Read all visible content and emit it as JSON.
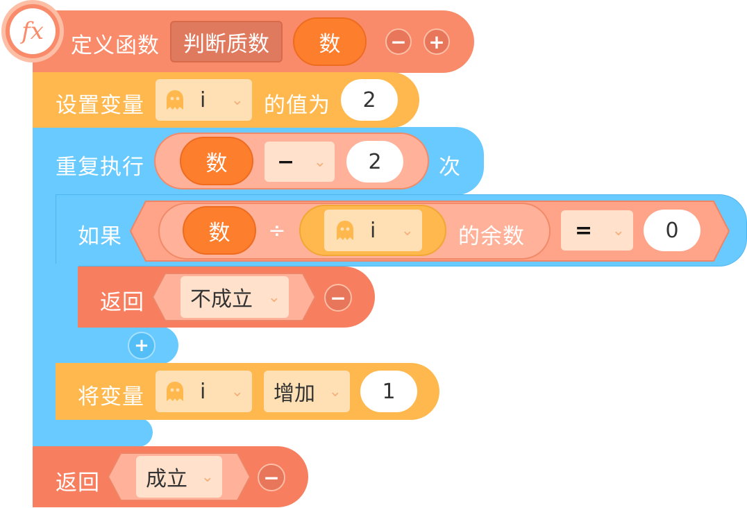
{
  "define": {
    "icon_text": "fx",
    "label": "定义函数",
    "name": "判断质数",
    "param": "数",
    "minus": "−",
    "plus": "+"
  },
  "set_var": {
    "label": "设置变量",
    "var": "i",
    "value_label": "的值为",
    "value": "2"
  },
  "repeat": {
    "label": "重复执行",
    "operand": "数",
    "operator": "−",
    "amount": "2",
    "times_label": "次"
  },
  "if_block": {
    "label": "如果",
    "dividend": "数",
    "div_symbol": "÷",
    "divisor_var": "i",
    "remainder_label": "的余数",
    "comparison": "=",
    "compare_value": "0",
    "add": "+"
  },
  "inner_return": {
    "label": "返回",
    "value": "不成立",
    "minus": "−"
  },
  "change_var": {
    "label": "将变量",
    "var": "i",
    "mode": "增加",
    "amount": "1"
  },
  "final_return": {
    "label": "返回",
    "value": "成立",
    "minus": "−"
  },
  "chevron_glyph": "⌄",
  "colors": {
    "function_block": "#F98B6A",
    "variable_block": "#FFB84D",
    "control_block": "#68CAFF",
    "return_block": "#F77E5E",
    "number_reporter": "#FD7E2D"
  }
}
